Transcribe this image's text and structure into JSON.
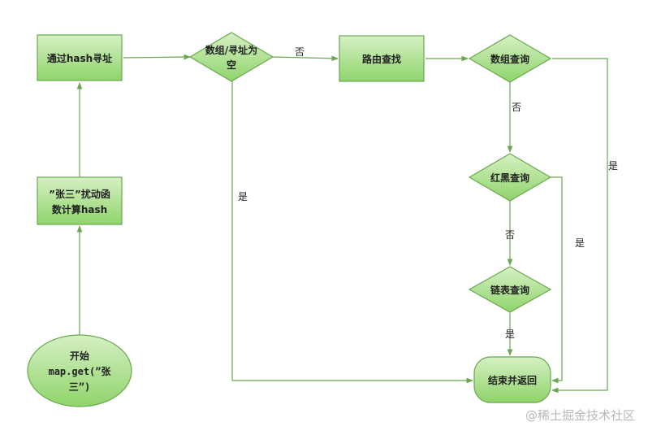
{
  "colors": {
    "fill_top": "#d6f0c4",
    "fill_bottom": "#8fd46a",
    "stroke": "#6aa84f",
    "edge": "#6aa84f"
  },
  "nodes": {
    "start": {
      "line1": "开始",
      "line2": "map.get(”张",
      "line3": "三”)"
    },
    "hash_calc": {
      "line1": "”张三”扰动函",
      "line2": "数计算hash"
    },
    "hash_addr": {
      "label": "通过hash寻址"
    },
    "array_empty": {
      "line1": "数组/寻址为",
      "line2": "空"
    },
    "route_find": {
      "label": "路由查找"
    },
    "array_query": {
      "label": "数组查询"
    },
    "rb_query": {
      "label": "红黑查询"
    },
    "list_query": {
      "label": "链表查询"
    },
    "end": {
      "label": "结束并返回"
    }
  },
  "edges": {
    "empty_no": "否",
    "empty_yes": "是",
    "array_no": "否",
    "array_yes": "是",
    "rb_no": "否",
    "rb_yes": "是",
    "list_yes": "是"
  },
  "watermark": "@稀土掘金技术社区"
}
